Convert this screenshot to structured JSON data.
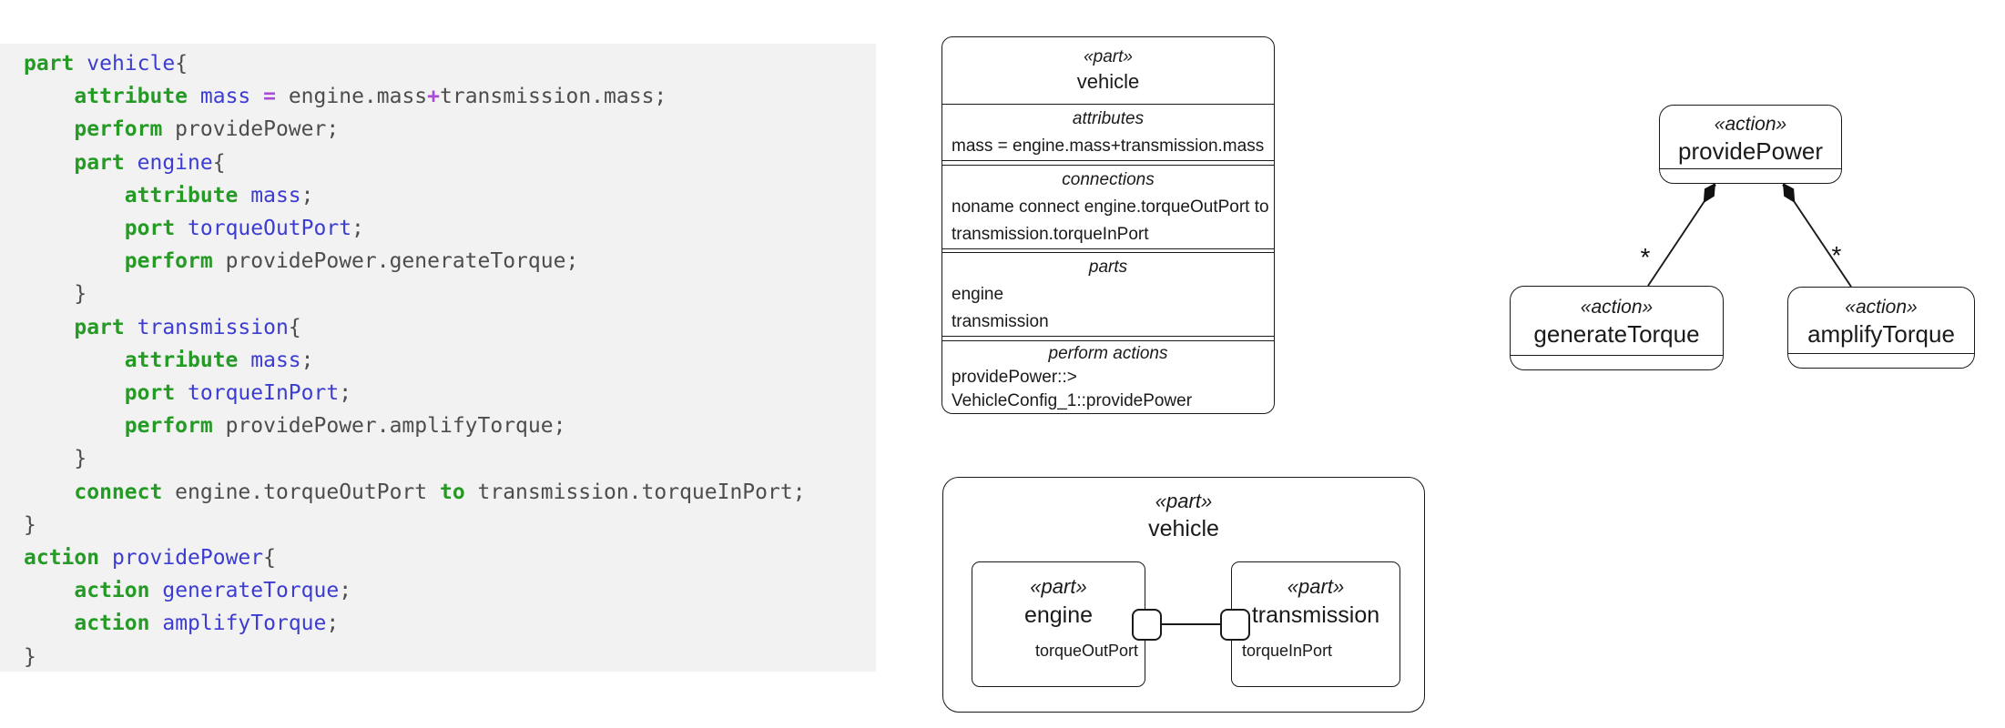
{
  "code_panel": {
    "background": "#f2f2f2",
    "syntax_colors": {
      "keyword": "#259a25",
      "identifier": "#3c3cd2",
      "operator": "#a94bd4",
      "plain": "#4d4d4d"
    },
    "lines": [
      [
        {
          "type": "k",
          "text": "part"
        },
        {
          "type": "p",
          "text": " "
        },
        {
          "type": "i",
          "text": "vehicle"
        },
        {
          "type": "p",
          "text": "{"
        }
      ],
      [
        {
          "type": "p",
          "text": "    "
        },
        {
          "type": "k",
          "text": "attribute"
        },
        {
          "type": "p",
          "text": " "
        },
        {
          "type": "i",
          "text": "mass"
        },
        {
          "type": "p",
          "text": " "
        },
        {
          "type": "o",
          "text": "="
        },
        {
          "type": "p",
          "text": " engine.mass"
        },
        {
          "type": "o",
          "text": "+"
        },
        {
          "type": "p",
          "text": "transmission.mass;"
        }
      ],
      [
        {
          "type": "p",
          "text": "    "
        },
        {
          "type": "k",
          "text": "perform"
        },
        {
          "type": "p",
          "text": " providePower;"
        }
      ],
      [
        {
          "type": "p",
          "text": "    "
        },
        {
          "type": "k",
          "text": "part"
        },
        {
          "type": "p",
          "text": " "
        },
        {
          "type": "i",
          "text": "engine"
        },
        {
          "type": "p",
          "text": "{"
        }
      ],
      [
        {
          "type": "p",
          "text": "        "
        },
        {
          "type": "k",
          "text": "attribute"
        },
        {
          "type": "p",
          "text": " "
        },
        {
          "type": "i",
          "text": "mass"
        },
        {
          "type": "p",
          "text": ";"
        }
      ],
      [
        {
          "type": "p",
          "text": "        "
        },
        {
          "type": "k",
          "text": "port"
        },
        {
          "type": "p",
          "text": " "
        },
        {
          "type": "i",
          "text": "torqueOutPort"
        },
        {
          "type": "p",
          "text": ";"
        }
      ],
      [
        {
          "type": "p",
          "text": "        "
        },
        {
          "type": "k",
          "text": "perform"
        },
        {
          "type": "p",
          "text": " providePower.generateTorque;"
        }
      ],
      [
        {
          "type": "p",
          "text": "    }"
        }
      ],
      [
        {
          "type": "p",
          "text": "    "
        },
        {
          "type": "k",
          "text": "part"
        },
        {
          "type": "p",
          "text": " "
        },
        {
          "type": "i",
          "text": "transmission"
        },
        {
          "type": "p",
          "text": "{"
        }
      ],
      [
        {
          "type": "p",
          "text": "        "
        },
        {
          "type": "k",
          "text": "attribute"
        },
        {
          "type": "p",
          "text": " "
        },
        {
          "type": "i",
          "text": "mass"
        },
        {
          "type": "p",
          "text": ";"
        }
      ],
      [
        {
          "type": "p",
          "text": "        "
        },
        {
          "type": "k",
          "text": "port"
        },
        {
          "type": "p",
          "text": " "
        },
        {
          "type": "i",
          "text": "torqueInPort"
        },
        {
          "type": "p",
          "text": ";"
        }
      ],
      [
        {
          "type": "p",
          "text": "        "
        },
        {
          "type": "k",
          "text": "perform"
        },
        {
          "type": "p",
          "text": " providePower.amplifyTorque;"
        }
      ],
      [
        {
          "type": "p",
          "text": "    }"
        }
      ],
      [
        {
          "type": "p",
          "text": "    "
        },
        {
          "type": "k",
          "text": "connect"
        },
        {
          "type": "p",
          "text": " engine.torqueOutPort "
        },
        {
          "type": "k",
          "text": "to"
        },
        {
          "type": "p",
          "text": " transmission.torqueInPort;"
        }
      ],
      [
        {
          "type": "p",
          "text": "}"
        }
      ],
      [
        {
          "type": "k",
          "text": "action"
        },
        {
          "type": "p",
          "text": " "
        },
        {
          "type": "i",
          "text": "providePower"
        },
        {
          "type": "p",
          "text": "{"
        }
      ],
      [
        {
          "type": "p",
          "text": "    "
        },
        {
          "type": "k",
          "text": "action"
        },
        {
          "type": "p",
          "text": " "
        },
        {
          "type": "i",
          "text": "generateTorque"
        },
        {
          "type": "p",
          "text": ";"
        }
      ],
      [
        {
          "type": "p",
          "text": "    "
        },
        {
          "type": "k",
          "text": "action"
        },
        {
          "type": "p",
          "text": " "
        },
        {
          "type": "i",
          "text": "amplifyTorque"
        },
        {
          "type": "p",
          "text": ";"
        }
      ],
      [
        {
          "type": "p",
          "text": "}"
        }
      ]
    ]
  },
  "compartment_box": {
    "stereotype": "«part»",
    "name": "vehicle",
    "sections": [
      {
        "label": "attributes",
        "lines": [
          "mass = engine.mass+transmission.mass"
        ]
      },
      {
        "label": "connections",
        "lines": [
          "noname connect engine.torqueOutPort to",
          "transmission.torqueInPort"
        ]
      },
      {
        "label": "parts",
        "lines": [
          "engine",
          "transmission"
        ]
      },
      {
        "label": "perform actions",
        "lines": [
          "providePower::>",
          "VehicleConfig_1::providePower"
        ]
      }
    ]
  },
  "action_diagram": {
    "parent": {
      "stereotype": "«action»",
      "name": "providePower"
    },
    "children": [
      {
        "stereotype": "«action»",
        "name": "generateTorque"
      },
      {
        "stereotype": "«action»",
        "name": "amplifyTorque"
      }
    ],
    "multiplicity": "*"
  },
  "part_diagram": {
    "outer": {
      "stereotype": "«part»",
      "name": "vehicle"
    },
    "engine": {
      "stereotype": "«part»",
      "name": "engine",
      "port_label": "torqueOutPort"
    },
    "transmission": {
      "stereotype": "«part»",
      "name": "transmission",
      "port_label": "torqueInPort"
    }
  },
  "diagram_stroke": "#1a1a1a"
}
